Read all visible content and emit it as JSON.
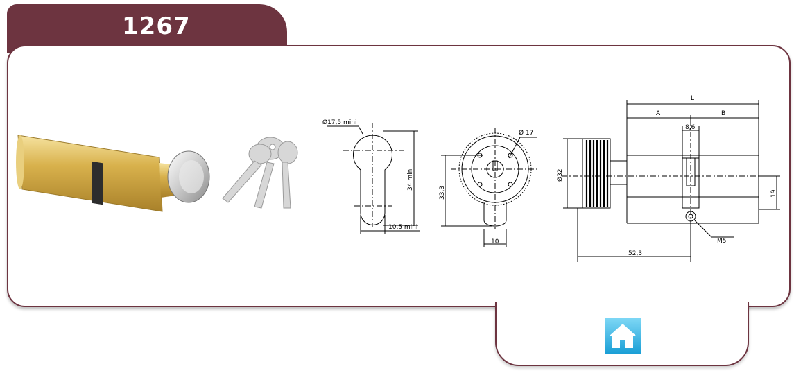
{
  "header": {
    "title": "1267"
  },
  "drawing_front": {
    "dia_label": "Ø17,5 mini",
    "height_label": "34 mini",
    "width_label": "10,5 mini"
  },
  "drawing_knob": {
    "dia_label": "Ø 17",
    "height_label": "33,3",
    "width_label": "10"
  },
  "drawing_side": {
    "L_label": "L",
    "A_label": "A",
    "B_label": "B",
    "cam_label": "8,6",
    "dia32_label": "Ø32",
    "h19_label": "19",
    "screw_label": "M5",
    "len_label": "52,3"
  },
  "footer": {
    "home_icon": "home-icon"
  },
  "colors": {
    "frame": "#6d3440",
    "brass": "#d9b24a",
    "home": "#35b5e5"
  }
}
